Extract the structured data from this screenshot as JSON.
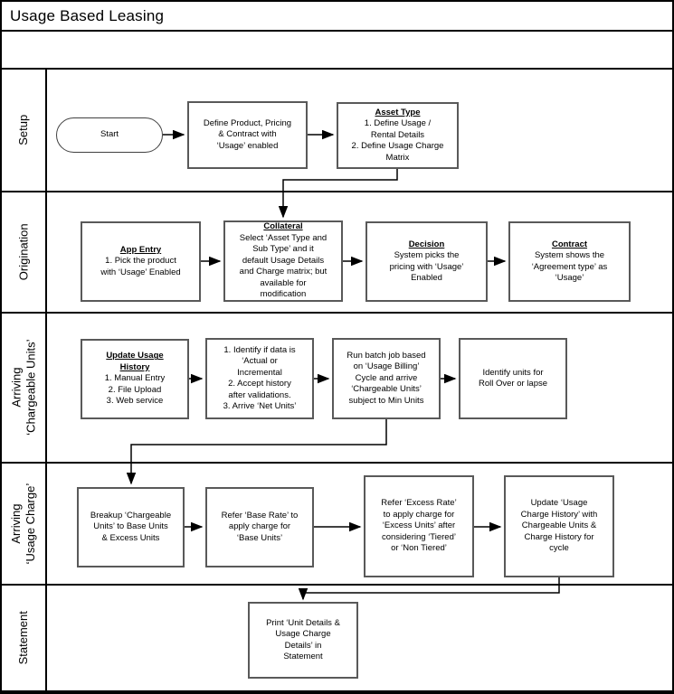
{
  "title": "Usage Based Leasing",
  "colors": {
    "frame": "#000000",
    "box_border": "#595959",
    "text": "#000000",
    "background": "#ffffff"
  },
  "lanes": [
    {
      "id": "setup",
      "label": "Setup"
    },
    {
      "id": "origination",
      "label": "Origination"
    },
    {
      "id": "chargeable_units",
      "label": "Arriving\n‘Chargeable Units’"
    },
    {
      "id": "usage_charge",
      "label": "Arriving\n‘Usage Charge’"
    },
    {
      "id": "statement",
      "label": "Statement"
    }
  ],
  "nodes": {
    "start": {
      "label": "Start"
    },
    "define_product": {
      "body": "Define Product, Pricing\n& Contract with\n‘Usage’ enabled"
    },
    "asset_type": {
      "title": "Asset Type",
      "body": "1. Define Usage /\nRental Details\n2. Define Usage Charge\nMatrix"
    },
    "app_entry": {
      "title": "App Entry",
      "body": "1. Pick the product\nwith ‘Usage’ Enabled"
    },
    "collateral": {
      "title": "Collateral",
      "body": "Select ‘Asset Type and\nSub Type’  and it\ndefault Usage Details\nand Charge matrix; but\navailable for\nmodification"
    },
    "decision": {
      "title": "Decision",
      "body": "System picks the\npricing with ‘Usage’\nEnabled"
    },
    "contract": {
      "title": "Contract",
      "body": "System shows the\n‘Agreement type’ as\n‘Usage’"
    },
    "update_usage_history": {
      "title": "Update Usage\nHistory",
      "body": "1. Manual Entry\n2. File Upload\n3. Web service"
    },
    "identify_data": {
      "body": "1. Identify if data is\n‘Actual or\nIncremental\n2. Accept history\nafter validations.\n3. Arrive ‘Net Units’"
    },
    "run_batch": {
      "body": "Run batch job based\non ‘Usage Billing’\nCycle and arrive\n‘Chargeable Units’\nsubject to Min Units"
    },
    "identify_units": {
      "body": "Identify units for\nRoll Over or lapse"
    },
    "breakup": {
      "body": "Breakup ‘Chargeable\nUnits’ to Base Units\n& Excess Units"
    },
    "refer_base_rate": {
      "body": "Refer ‘Base Rate’ to\napply charge for\n‘Base Units’"
    },
    "refer_excess_rate": {
      "body": "Refer ‘Excess Rate’\nto apply charge for\n‘Excess Units’ after\nconsidering ‘Tiered’\nor ‘Non Tiered’"
    },
    "update_charge_history": {
      "body": "Update ‘Usage\nCharge History’ with\nChargeable Units &\nCharge History for\ncycle"
    },
    "print_statement": {
      "body": "Print ‘Unit Details &\nUsage Charge\nDetails’ in\nStatement"
    }
  }
}
